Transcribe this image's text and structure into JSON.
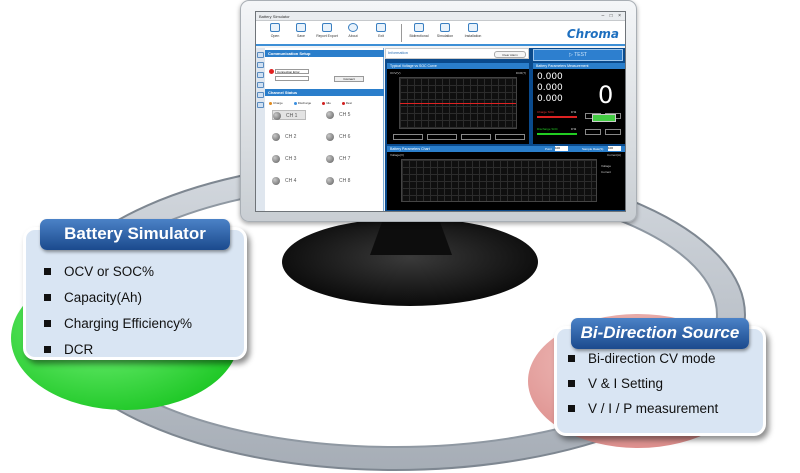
{
  "colors": {
    "accent": "#1e6fbf",
    "header": "#2a7ecb",
    "battery_callout": "#d9e5f3",
    "green_disc": "#22cc33",
    "pink_disc": "#e8a5a3"
  },
  "app": {
    "window_title": "Battery Simulator",
    "window_buttons": "– □ ×",
    "logo": "Chroma",
    "toolbar": [
      {
        "label": "Open",
        "icon": "folder-icon"
      },
      {
        "label": "Save",
        "icon": "save-icon"
      },
      {
        "label": "Report Export",
        "icon": "report-icon"
      },
      {
        "label": "About",
        "icon": "info-icon"
      },
      {
        "label": "Exit",
        "icon": "exit-icon"
      },
      {
        "label": "Bidirectional",
        "icon": "bidirectional-icon"
      },
      {
        "label": "Simulation",
        "icon": "simulation-icon"
      },
      {
        "label": "Installation",
        "icon": "installation-icon"
      }
    ],
    "comm_setup": "Communication Setup",
    "connection_error": "Connection Error",
    "connect": "Connect",
    "channel_status": "Channel Status",
    "legend": [
      "Charge",
      "Discharge",
      "Idle",
      "Rest"
    ],
    "channels": [
      "CH 1",
      "CH 2",
      "CH 3",
      "CH 4",
      "CH 5",
      "CH 6",
      "CH 7",
      "CH 8"
    ],
    "information": "Information",
    "clear_alarm": "Clear Alarm",
    "test": "TEST",
    "voltage_soc_curve": "Typical Voltage vs SOC Curve",
    "measurement": "Battery Parameters Measurement",
    "params_chart": "Battery Parameters Chart",
    "meas_values": [
      "0.000",
      "0.000",
      "0.000"
    ],
    "soc_value": "0",
    "charge_soc_label": "Charge SOC",
    "discharge_soc_label": "Discharge SOC",
    "charge_soc_pct": "0 %",
    "discharge_soc_pct": "0 %",
    "chart_legend": [
      "Voltage",
      "Current"
    ],
    "curve_level": 0.5,
    "axis_left": "OCV(V)",
    "axis_right": "DCR(?)",
    "chart_y_left": "Voltage(V)",
    "chart_y_right": "Current(A)",
    "point_label": "Point",
    "point_value": "100",
    "sample_label": "Sample Rate(S)",
    "sample_value": "100"
  },
  "battery_simulator": {
    "title": "Battery Simulator",
    "items": [
      "OCV or SOC%",
      "Capacity(Ah)",
      "Charging Efficiency%",
      "DCR"
    ]
  },
  "bi_direction": {
    "title": "Bi-Direction Source",
    "items": [
      "Bi-direction CV mode",
      "V & I Setting",
      "V / I / P measurement"
    ]
  }
}
